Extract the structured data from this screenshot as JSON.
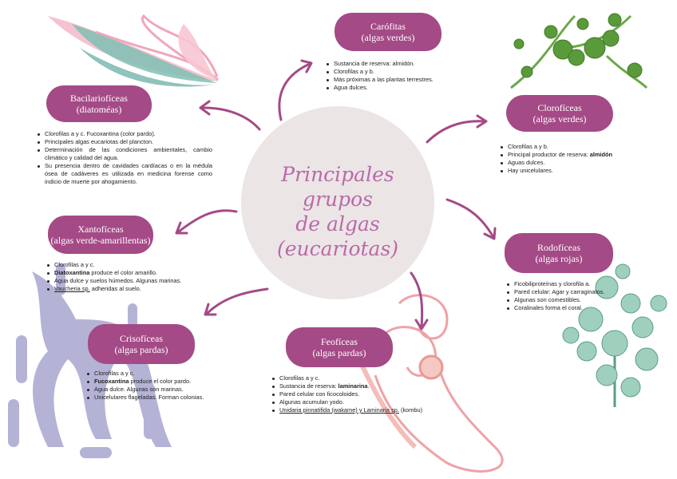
{
  "center_title": [
    "Principales grupos",
    "de algas",
    "(eucariotas)"
  ],
  "colors": {
    "accent": "#a44a86",
    "center_circle": "#ece5e6",
    "title_text": "#b86aa8",
    "arrow": "#a44a86"
  },
  "groups": {
    "carofitas": {
      "title": "Carófitas",
      "subtitle": "(algas verdes)",
      "items": [
        "Sustancia de reserva: almidón.",
        "Clorofilas a y b.",
        "Más próximas a las plantas terrestres.",
        "Agua dulces."
      ]
    },
    "bacilariofitas": {
      "title": "Bacilariofíceas",
      "subtitle": "(diatoméas)",
      "items": [
        "Clorofilas a y c. Fucoxantina (color pardo).",
        "Principales algas eucariotas del plancton.",
        "Determinación de las condiciones ambientales, cambio climático y calidad del agua.",
        "Su presencia dentro de cavidades cardíacas o en la médula ósea de cadáveres es utilizada en medicina forense como indicio de muerte por ahogamiento."
      ]
    },
    "clorofitas": {
      "title": "Clorofíceas",
      "subtitle": "(algas verdes)",
      "items": [
        "Clorofilas a y b.",
        "Principal productor de reserva:",
        "Aguas dulces.",
        "Hay unicelulares."
      ],
      "bold": "almidón"
    },
    "xantofitas": {
      "title": "Xantofíceas",
      "subtitle": "(algas verde-amarillentas)",
      "items": [
        "Clorofilas a y c.",
        "produce el color amarillo.",
        "Agua dulce y suelos húmedos. Algunas marinas.",
        "adheridas al suelo."
      ],
      "bold": "Diatoxantina",
      "underline": "Vaucheria sp."
    },
    "rodofitas": {
      "title": "Rodofíceas",
      "subtitle": "(algas rojas)",
      "items": [
        "Ficobiliproteínas y clorofila a.",
        "Pared celular: Agar y carraginatos.",
        "Algunas son comestibles.",
        "Coralinales forma el coral."
      ]
    },
    "crisofitas": {
      "title": "Crisofíceas",
      "subtitle": "(algas pardas)",
      "items": [
        "Clorofilas a y c.",
        "produce el color pardo.",
        "Agua dulce. Algunas son marinas.",
        "Unicelulares flageladas. Forman colonias."
      ],
      "bold": "Fucoxantina"
    },
    "feofitas": {
      "title": "Feofíceas",
      "subtitle": "(algas pardas)",
      "items": [
        "Clorofilas a y c.",
        "Sustancia de reserva:",
        "Pared celular con ficocoloides.",
        "Algunas acumulan yodo.",
        "(kombu)"
      ],
      "bold": "laminarina",
      "underline": "Unidaria pinnatifida (wakame) y Laminaria sp."
    }
  }
}
